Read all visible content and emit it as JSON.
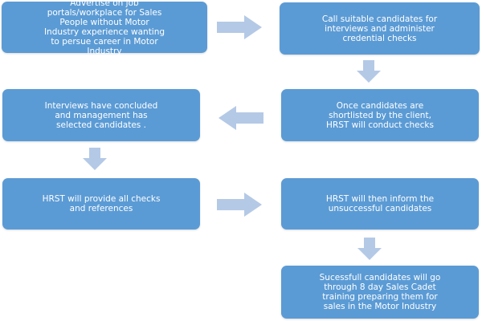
{
  "diagram": {
    "boxes": [
      {
        "text": "Advertise on job\nportals/workplace for Sales\nPeople without Motor\nIndustry experience wanting\nto persue career in Motor\nIndustry"
      },
      {
        "text": "Call suitable candidates for\ninterviews and administer\ncredential checks"
      },
      {
        "text": "Interviews have concluded\nand management  has\nselected  candidates ."
      },
      {
        "text": "Once candidates are\nshortlisted by the client,\nHRST  will  conduct checks"
      },
      {
        "text": "HRST  will provide all checks\nand references"
      },
      {
        "text": "HRST will then inform the\nunsuccessful candidates"
      },
      {
        "text": "Sucessfull candidates will  go\nthrough 8 day Sales Cadet\ntraining  preparing them for\nsales in the Motor Industry"
      }
    ],
    "colors": {
      "box_fill": "#5b9bd5",
      "box_text": "#ffffff",
      "arrow_fill": "#b4c9e6"
    }
  }
}
